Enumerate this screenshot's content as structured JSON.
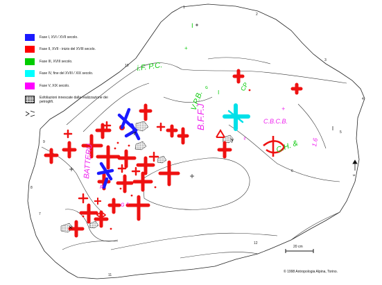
{
  "legend": {
    "items": [
      {
        "label": "Fase I, XVI / XVII secolo.",
        "color": "#1a1aff"
      },
      {
        "label": "Fase II, XVII - inizio del XVIII secolo.",
        "color": "#ff0000"
      },
      {
        "label": "Fase III, XVIII secolo.",
        "color": "#00cc00"
      },
      {
        "label": "Fase IV, fine del XVIII / XIX secolo.",
        "color": "#00ffff"
      },
      {
        "label": "Fase V, XIX secolo.",
        "color": "#ff00ff"
      }
    ],
    "exfoliation_label": "Esfoliazioni innescate dalla realizzazione dei petroglifi."
  },
  "point_numbers": [
    "1",
    "2",
    "3",
    "4",
    "5",
    "6",
    "7",
    "8",
    "9",
    "10",
    "11",
    "12"
  ],
  "scale_bar_label": "20 cm",
  "north_label": "M",
  "copyright": "© 1998 Antropologia Alpina, Torino."
}
